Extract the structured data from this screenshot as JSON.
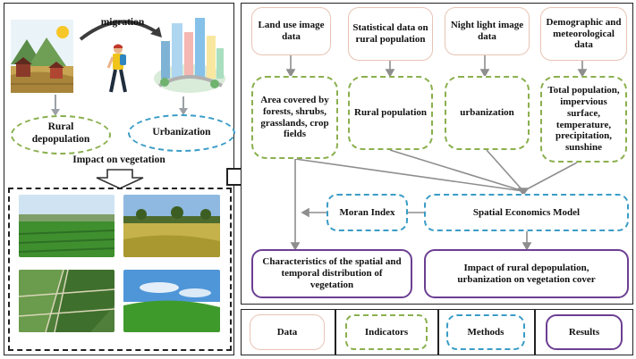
{
  "left": {
    "migration_label": "migration",
    "rural_label": "Rural depopulation",
    "urban_label": "Urbanization",
    "impact_label": "Impact on vegetation"
  },
  "data_boxes": [
    "Land use image data",
    "Statistical data on rural population",
    "Night light image data",
    "Demographic and meteorological data"
  ],
  "indicator_boxes": [
    "Area covered by forests, shrubs, grasslands, crop fields",
    "Rural population",
    "urbanization",
    "Total population, impervious surface, temperature, precipitation, sunshine"
  ],
  "methods": {
    "moran": "Moran Index",
    "spatial": "Spatial Economics Model"
  },
  "results": {
    "characteristics": "Characteristics of the spatial and temporal distribution of vegetation",
    "impact": "Impact of rural depopulation, urbanization on vegetation cover"
  },
  "legend": [
    "Data",
    "Indicators",
    "Methods",
    "Results"
  ],
  "colors": {
    "data": "#e8c4b4",
    "indicators": "#8ab04e",
    "methods": "#3a9cc6",
    "results": "#6c3f92"
  }
}
